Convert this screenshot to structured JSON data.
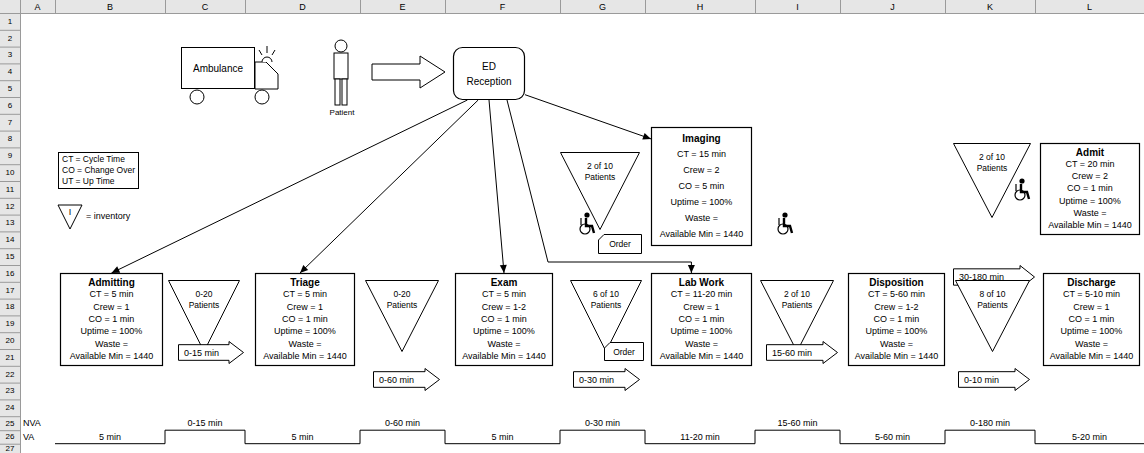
{
  "diagram": {
    "nodes": [
      {
        "text": [
          "Ambulance"
        ]
      },
      {
        "text": [
          "ED Reception"
        ]
      },
      {
        "text": [
          "CT = Cycle Time",
          "CO = Change Over",
          "UT = Up Time"
        ]
      },
      {
        "text": [
          "2 of 10 Patients"
        ]
      },
      {
        "text": [
          "Imaging",
          "CT = 15 min",
          "Crew = 2",
          "CO = 5 min",
          "Uptime = 100%",
          "Waste =",
          "Available Min = 1440"
        ]
      },
      {
        "text": [
          "2 of 10 Patients"
        ]
      },
      {
        "text": [
          "Admit",
          "CT = 20 min",
          "Crew = 2",
          "CO = 1 min",
          "Uptime = 100%",
          "Waste =",
          "Available Min = 1440"
        ]
      },
      {
        "text": [
          "Order"
        ]
      },
      {
        "text": [
          "30-180 min"
        ]
      },
      {
        "text": [
          "Admitting",
          "CT = 5 min",
          "Crew = 1",
          "CO = 1 min",
          "Uptime = 100%",
          "Waste =",
          "Available Min = 1440"
        ]
      },
      {
        "text": [
          "0-20 Patients"
        ]
      },
      {
        "text": [
          "Triage",
          "CT = 5 min",
          "Crew = 1",
          "CO = 1 min",
          "Uptime = 100%",
          "Waste =",
          "Available Min = 1440"
        ]
      },
      {
        "text": [
          "0-20 Patients"
        ]
      },
      {
        "text": [
          "Exam",
          "CT = 5 min",
          "Crew = 1-2",
          "CO = 1 min",
          "Uptime = 100%",
          "Waste =",
          "Available Min = 1440"
        ]
      },
      {
        "text": [
          "6 of 10 Patients"
        ]
      },
      {
        "text": [
          "Lab Work",
          "CT = 11-20 min",
          "Crew = 1",
          "CO = 1 min",
          "Uptime = 100%",
          "Waste =",
          "Available Min = 1440"
        ]
      },
      {
        "text": [
          "2 of 10 Patients"
        ]
      },
      {
        "text": [
          "Disposition",
          "CT = 5-60 min",
          "Crew = 1-2",
          "CO = 1 min",
          "Uptime = 100%",
          "Waste =",
          "Available Min = 1440"
        ]
      },
      {
        "text": [
          "8 of 10 Patients"
        ]
      },
      {
        "text": [
          "Discharge",
          "CT = 5-10 min",
          "Crew = 1",
          "CO = 1 min",
          "Uptime = 100%",
          "Waste =",
          "Available Min = 1440"
        ]
      },
      {
        "text": [
          "Order"
        ]
      },
      {
        "text": [
          "0-15 min"
        ]
      },
      {
        "text": [
          "0-60 min"
        ]
      },
      {
        "text": [
          "0-30 min"
        ]
      },
      {
        "text": [
          "15-60 min"
        ]
      },
      {
        "text": [
          "0-10 min"
        ]
      }
    ],
    "edges": [
      {
        "from": 1,
        "to": 9,
        "arrow": "to"
      },
      {
        "from": 1,
        "to": 11,
        "arrow": "to"
      },
      {
        "from": 1,
        "to": 13,
        "arrow": "to"
      },
      {
        "from": 1,
        "to": 4,
        "arrow": "to"
      },
      {
        "from": 1,
        "to": 15,
        "arrow": "to"
      }
    ],
    "labels": [
      "A",
      "B",
      "C",
      "D",
      "E",
      "F",
      "G",
      "H",
      "I",
      "J",
      "K",
      "L",
      "1",
      "2",
      "3",
      "4",
      "5",
      "6",
      "7",
      "8",
      "9",
      "10",
      "11",
      "12",
      "13",
      "14",
      "15",
      "16",
      "17",
      "18",
      "19",
      "20",
      "21",
      "22",
      "23",
      "24",
      "25",
      "26",
      "27",
      "Patient",
      "I",
      "NVA",
      "VA",
      "0-15 min",
      "0-60 min",
      "0-30 min",
      "15-60 min",
      "0-180 min",
      "5 min",
      "5 min",
      "5 min",
      "11-20 min",
      "5-60 min",
      "5-20 min"
    ],
    "legend": [
      {
        "text": "= inventory"
      }
    ]
  }
}
